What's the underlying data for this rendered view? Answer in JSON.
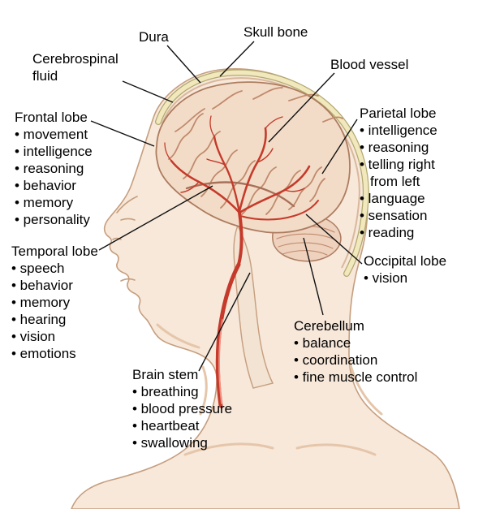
{
  "diagram": {
    "bullet": "•",
    "labels": {
      "cerebrospinal_fluid": {
        "title": "Cerebrospinal fluid"
      },
      "dura": {
        "title": "Dura"
      },
      "skull_bone": {
        "title": "Skull bone"
      },
      "blood_vessel": {
        "title": "Blood vessel"
      },
      "frontal_lobe": {
        "title": "Frontal lobe",
        "functions": [
          "movement",
          "intelligence",
          "reasoning",
          "behavior",
          "memory",
          "personality"
        ]
      },
      "parietal_lobe": {
        "title": "Parietal lobe",
        "functions": [
          "intelligence",
          "reasoning",
          "telling right from left",
          "language",
          "sensation",
          "reading"
        ]
      },
      "temporal_lobe": {
        "title": "Temporal lobe",
        "functions": [
          "speech",
          "behavior",
          "memory",
          "hearing",
          "vision",
          "emotions"
        ]
      },
      "occipital_lobe": {
        "title": "Occipital lobe",
        "functions": [
          "vision"
        ]
      },
      "cerebellum": {
        "title": "Cerebellum",
        "functions": [
          "balance",
          "coordination",
          "fine muscle control"
        ]
      },
      "brain_stem": {
        "title": "Brain stem",
        "functions": [
          "breathing",
          "blood pressure",
          "heartbeat",
          "swallowing"
        ]
      }
    },
    "colors": {
      "background": "#ffffff",
      "text": "#000000",
      "leader_line": "#111111",
      "skin": "#f7e8da",
      "skin_outline": "#c69e7e",
      "skin_shading": "#e6c6aa",
      "skull_band": "#f1e9bd",
      "skull_band_edge": "#b2a870",
      "dura": "#d9b89b",
      "brain": "#f3dcc7",
      "brain_outline": "#ad7c60",
      "gyri": "#c08a6e",
      "cerebellum": "#eed2bd",
      "brain_stem": "#f2e3d2",
      "artery": "#c53a2b",
      "artery_highlight": "#ef9182"
    }
  }
}
